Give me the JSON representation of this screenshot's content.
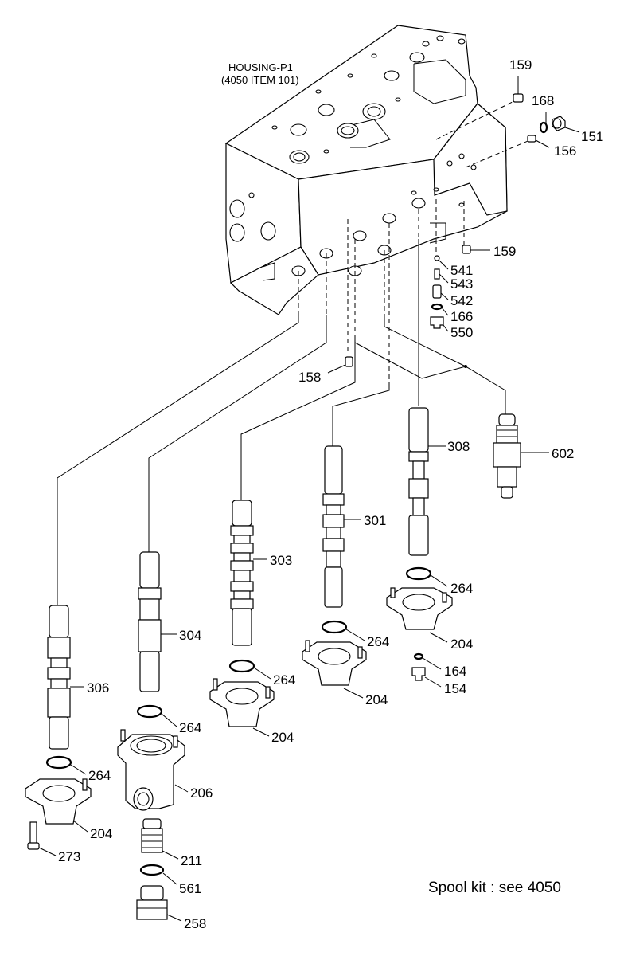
{
  "title": {
    "line1": "HOUSING-P1",
    "line2": "(4050 ITEM 101)"
  },
  "note": "Spool kit : see 4050",
  "labels": {
    "p159a": "159",
    "p168": "168",
    "p151": "151",
    "p156": "156",
    "p159b": "159",
    "p541": "541",
    "p543": "543",
    "p542": "542",
    "p166": "166",
    "p550": "550",
    "p158": "158",
    "p602": "602",
    "p308": "308",
    "p301": "301",
    "p303": "303",
    "p304": "304",
    "p306": "306",
    "p264a": "264",
    "p204a": "204",
    "p164": "164",
    "p154": "154",
    "p264b": "264",
    "p204b": "204",
    "p264c": "264",
    "p204c": "204",
    "p264d": "264",
    "p206": "206",
    "p264e": "264",
    "p204d": "204",
    "p273": "273",
    "p211": "211",
    "p561": "561",
    "p258": "258"
  }
}
